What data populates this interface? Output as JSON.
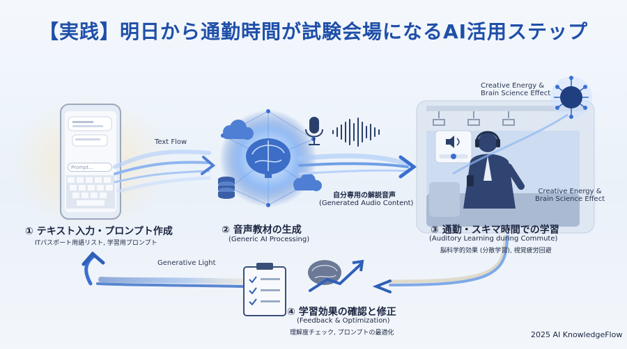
{
  "title": "【実践】明日から通勤時間が試験会場になるAI活用ステップ",
  "steps": [
    {
      "title": "① テキスト入力・プロンプト作成",
      "note": "ITパスポート用語リスト, 学習用プロンプト"
    },
    {
      "title": "② 音声教材の生成",
      "sub": "(Generic AI Processing)"
    },
    {
      "title": "③ 通勤・スキマ時間での学習",
      "sub": "(Auditory Learning during Commute)",
      "note": "脳科学的効果 (分散学習), 視覚疲労回避"
    },
    {
      "title": "④ 学習効果の確認と修正",
      "sub": "(Feedback & Optimization)",
      "note": "理解度チェック, プロンプトの最適化"
    }
  ],
  "labels": {
    "text_flow": "Text Flow",
    "generative_light": "Generative Light",
    "audio_content_jp": "自分専用の解説音声",
    "audio_content_en": "(Generated Audio Content)",
    "creative_top": [
      "Creative Energy &",
      "Brain Science Effect"
    ],
    "creative_bottom": [
      "Creative Energy &",
      "Brain Science Effect"
    ],
    "prompt_placeholder": "Prompt..."
  },
  "credit": "2025 AI KnowledgeFlow",
  "colors": {
    "title": "#1f4fa8",
    "accent": "#3a6fd0",
    "navy": "#2b3f6b",
    "glow": "#7fb4ff"
  }
}
